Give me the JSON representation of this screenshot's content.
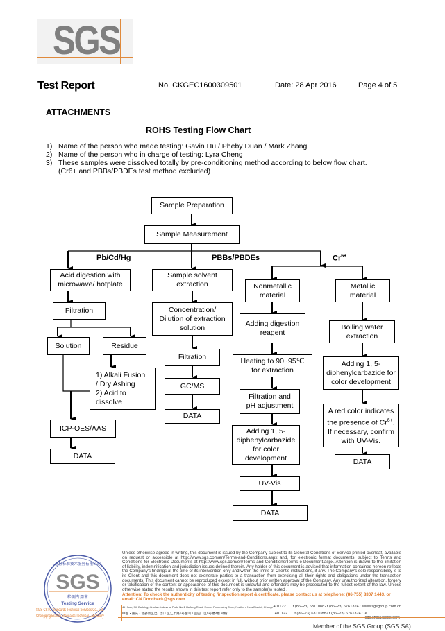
{
  "logo": {
    "text": "SGS",
    "accent": "#e08a3c"
  },
  "header": {
    "title": "Test Report",
    "number": "No. CKGEC1600309501",
    "date": "Date: 28 Apr 2016",
    "page": "Page 4 of 5"
  },
  "section": "ATTACHMENTS",
  "chart_title": "ROHS Testing Flow Chart",
  "notes": [
    {
      "n": "1)",
      "text": "Name of the person who made testing: Gavin Hu / Pheby Duan / Mark Zhang"
    },
    {
      "n": "2)",
      "text": "Name of the person who in charge of testing: Lyra Cheng"
    },
    {
      "n": "3)",
      "text": "These samples were dissolved totally by pre-conditioning method according to below flow chart."
    },
    {
      "n": "",
      "text": "(Cr6+ and PBBs/PBDEs test method excluded)"
    }
  ],
  "flow": {
    "prep": "Sample Preparation",
    "measure": "Sample Measurement",
    "branch_pb": "Pb/Cd/Hg",
    "branch_pbb": "PBBs/PBDEs",
    "branch_cr": "Cr",
    "branch_cr_sup": "6+",
    "pb": {
      "acid": "Acid digestion with\nmicrowave/ hotplate",
      "filtration": "Filtration",
      "solution": "Solution",
      "residue": "Residue",
      "alkali": "1) Alkali Fusion\n    / Dry Ashing\n2) Acid to\ndissolve",
      "icp": "ICP-OES/AAS",
      "data": "DATA"
    },
    "pbb": {
      "extract": "Sample solvent\nextraction",
      "conc": "Concentration/\nDilution of extraction\nsolution",
      "filtration": "Filtration",
      "gcms": "GC/MS",
      "data": "DATA"
    },
    "nonmet": {
      "title": "Nonmetallic\nmaterial",
      "digest": "Adding digestion\nreagent",
      "heat": "Heating to 90~95℃\nfor extraction",
      "filt": "Filtration and\npH adjustment",
      "add": "Adding 1, 5-\ndiphenylcarbazide\nfor color\ndevelopment",
      "uv": "UV-Vis",
      "data": "DATA"
    },
    "met": {
      "title": "Metallic\nmaterial",
      "boil": "Boiling water\nextraction",
      "add": "Adding 1, 5-\ndiphenylcarbazide for\ncolor development",
      "red1": "A red color indicates\nthe presence of Cr",
      "red_sup": "6+",
      "red2": ".\nIf necessary, confirm\nwith UV-Vis.",
      "data": "DATA"
    }
  },
  "stamp": {
    "top": "通标标准技术服务有限公司",
    "mid": "检测专用章",
    "service": "Testing Service",
    "line1": "SGS-CSTC Standards Technical Services Co., Ltd.",
    "line2": "Chongqing Branch Standards Technical Laboratory"
  },
  "footer": {
    "disclaimer": "Unless otherwise agreed in writing, this document is issued by the Company subject to its General Conditions of Service printed overleaf, available on request or accessible at http://www.sgs.com/en/Terms-and-Conditions.aspx and, for electronic format documents, subject to Terms and Conditions for Electronic Documents at http://www.sgs.com/en/Terms-and-Conditions/Terms-e-Document.aspx. Attention is drawn to the limitation of liability, indemnification and jurisdiction issues defined therein. Any holder of this document is advised that information contained hereon reflects the Company's findings at the time of its intervention only and within the limits of Client's instructions, if any. The Company's sole responsibility is to its Client and this document does not exonerate parties to a transaction from exercising all their rights and obligations under the transaction documents. This document cannot be reproduced except in full, without prior written approval of the Company. Any unauthorized alteration, forgery or falsification of the content or appearance of this document is unlawful and offenders may be prosecuted to the fullest extent of the law. Unless otherwise stated the results shown in this test report refer only to the sample(s) tested .",
    "attention": "Attention: To check the authenticity of testing /inspection report & certificate, please contact us at telephone: (86-755) 8307 1443, or email: CN.Doccheck@sgs.com",
    "addr_en": "4th floor, 9th Building, Jinshan Industrial Park, No.1 Huifeng Road, Export Processing Zone, Northern New District, Chongqing, China",
    "post_en": "401122",
    "tel1": "t (86–23) 63110882",
    "fax1": "f (86–23) 67613247",
    "web": "www.sgsgroup.com.cn",
    "addr_cn": "中国・重庆・北部新区出口加工区汇丰路1号金山工业园二区5号楼4楼 邮编:",
    "post_cn": "401122",
    "tel2": "t (86–23) 63110882",
    "fax2": "f (86–23) 67613247",
    "email": "e sgs.china@sgs.com",
    "member": "Member of the SGS Group (SGS SA)"
  }
}
